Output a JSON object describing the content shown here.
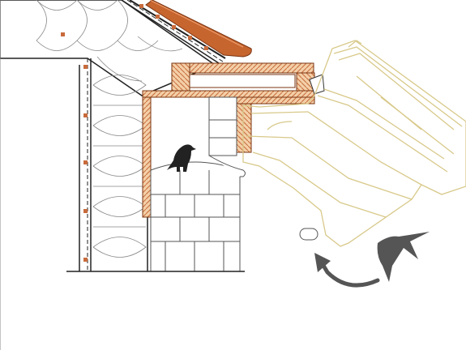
{
  "diagram": {
    "kind": "architectural eaves detail",
    "components": [
      {
        "name": "external-wall-insulation"
      },
      {
        "name": "timber-framed-roof-box"
      },
      {
        "name": "masonry-block-wall"
      },
      {
        "name": "clay-roof-tile"
      },
      {
        "name": "foam-bird-nest-box"
      },
      {
        "name": "house-sparrow-silhouette"
      },
      {
        "name": "swift-silhouette"
      },
      {
        "name": "entry-arrow"
      }
    ],
    "colors": {
      "timber": "#c86b3c",
      "timber_fill": "#f3cfa7",
      "tile": "#c7652f",
      "nest_box": "#d8c98a",
      "line": "#333333",
      "bird": "#222222",
      "swift": "#555555",
      "block": "#dddddd"
    }
  }
}
